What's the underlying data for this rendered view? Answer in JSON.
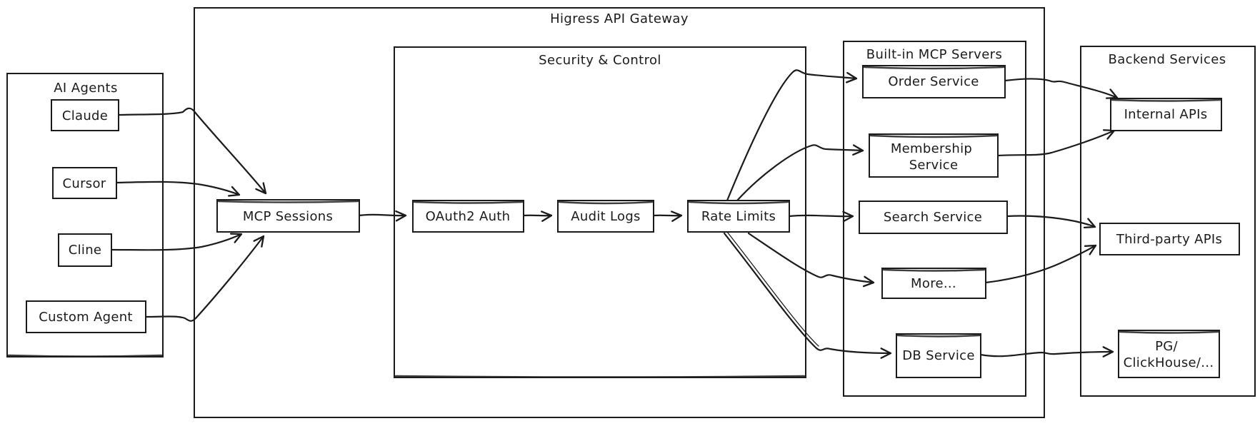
{
  "diagram": {
    "colors": {
      "stroke": "#1b1b1b",
      "background": "#ffffff"
    },
    "groups": {
      "ai_agents": {
        "label": "AI Agents"
      },
      "gateway": {
        "label": "Higress API Gateway"
      },
      "security": {
        "label": "Security & Control"
      },
      "builtin_mcp": {
        "label": "Built-in MCP Servers"
      },
      "backend": {
        "label": "Backend Services"
      }
    },
    "nodes": {
      "claude": {
        "label": "Claude"
      },
      "cursor": {
        "label": "Cursor"
      },
      "cline": {
        "label": "Cline"
      },
      "custom_agent": {
        "label": "Custom Agent"
      },
      "mcp_sessions": {
        "label": "MCP Sessions"
      },
      "oauth2_auth": {
        "label": "OAuth2 Auth"
      },
      "audit_logs": {
        "label": "Audit Logs"
      },
      "rate_limits": {
        "label": "Rate Limits"
      },
      "order_service": {
        "label": "Order Service"
      },
      "membership_service": {
        "label": "Membership Service",
        "lines": [
          "Membership",
          "Service"
        ]
      },
      "search_service": {
        "label": "Search Service"
      },
      "more": {
        "label": "More..."
      },
      "db_service": {
        "label": "DB Service"
      },
      "internal_apis": {
        "label": "Internal APIs"
      },
      "third_party_apis": {
        "label": "Third-party APIs"
      },
      "pg_clickhouse": {
        "label": "PG/ClickHouse/...",
        "lines": [
          "PG/",
          "ClickHouse/..."
        ]
      }
    },
    "edges": [
      {
        "from": "Claude",
        "to": "MCP Sessions"
      },
      {
        "from": "Cursor",
        "to": "MCP Sessions"
      },
      {
        "from": "Cline",
        "to": "MCP Sessions"
      },
      {
        "from": "Custom Agent",
        "to": "MCP Sessions"
      },
      {
        "from": "MCP Sessions",
        "to": "OAuth2 Auth"
      },
      {
        "from": "OAuth2 Auth",
        "to": "Audit Logs"
      },
      {
        "from": "Audit Logs",
        "to": "Rate Limits"
      },
      {
        "from": "Rate Limits",
        "to": "Order Service"
      },
      {
        "from": "Rate Limits",
        "to": "Membership Service"
      },
      {
        "from": "Rate Limits",
        "to": "Search Service"
      },
      {
        "from": "Rate Limits",
        "to": "More..."
      },
      {
        "from": "Rate Limits",
        "to": "DB Service"
      },
      {
        "from": "Order Service",
        "to": "Internal APIs"
      },
      {
        "from": "Membership Service",
        "to": "Internal APIs"
      },
      {
        "from": "Search Service",
        "to": "Third-party APIs"
      },
      {
        "from": "More...",
        "to": "Third-party APIs"
      },
      {
        "from": "DB Service",
        "to": "PG/ClickHouse/..."
      }
    ]
  }
}
